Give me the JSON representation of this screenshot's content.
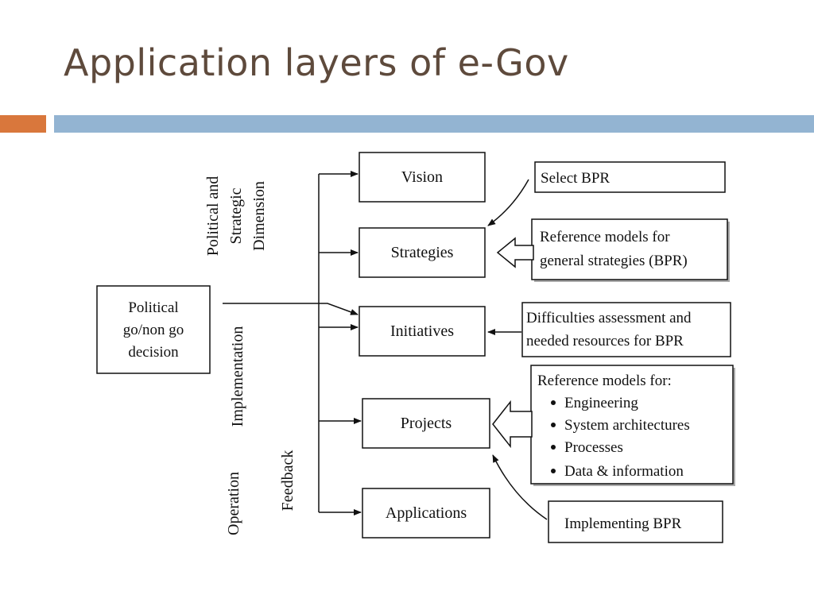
{
  "slide": {
    "title": "Application layers of e-Gov"
  },
  "colors": {
    "title": "#5e4a3c",
    "accent_bar": "#d9773c",
    "main_bar": "#93b4d2",
    "line": "#111111",
    "callout_shadow": "#aaaaaa"
  },
  "diagram": {
    "side_labels": {
      "political_line1": "Political and",
      "political_line2": "Strategic",
      "political_line3": "Dimension",
      "implementation": "Implementation",
      "operation": "Operation",
      "feedback": "Feedback"
    },
    "decision_box": {
      "line1": "Political",
      "line2": "go/non go",
      "line3": "decision"
    },
    "layers": {
      "vision": "Vision",
      "strategies": "Strategies",
      "initiatives": "Initiatives",
      "projects": "Projects",
      "applications": "Applications"
    },
    "callouts": {
      "select_bpr": "Select BPR",
      "reference_strategies_line1": "Reference models for",
      "reference_strategies_line2": "general strategies (BPR)",
      "difficulties_line1": "Difficulties assessment and",
      "difficulties_line2": "needed resources for BPR",
      "reference_projects_title": "Reference models for:",
      "reference_projects_items": [
        "Engineering",
        "System architectures",
        "Processes",
        "Data & information"
      ],
      "implementing_bpr": "Implementing BPR"
    }
  }
}
